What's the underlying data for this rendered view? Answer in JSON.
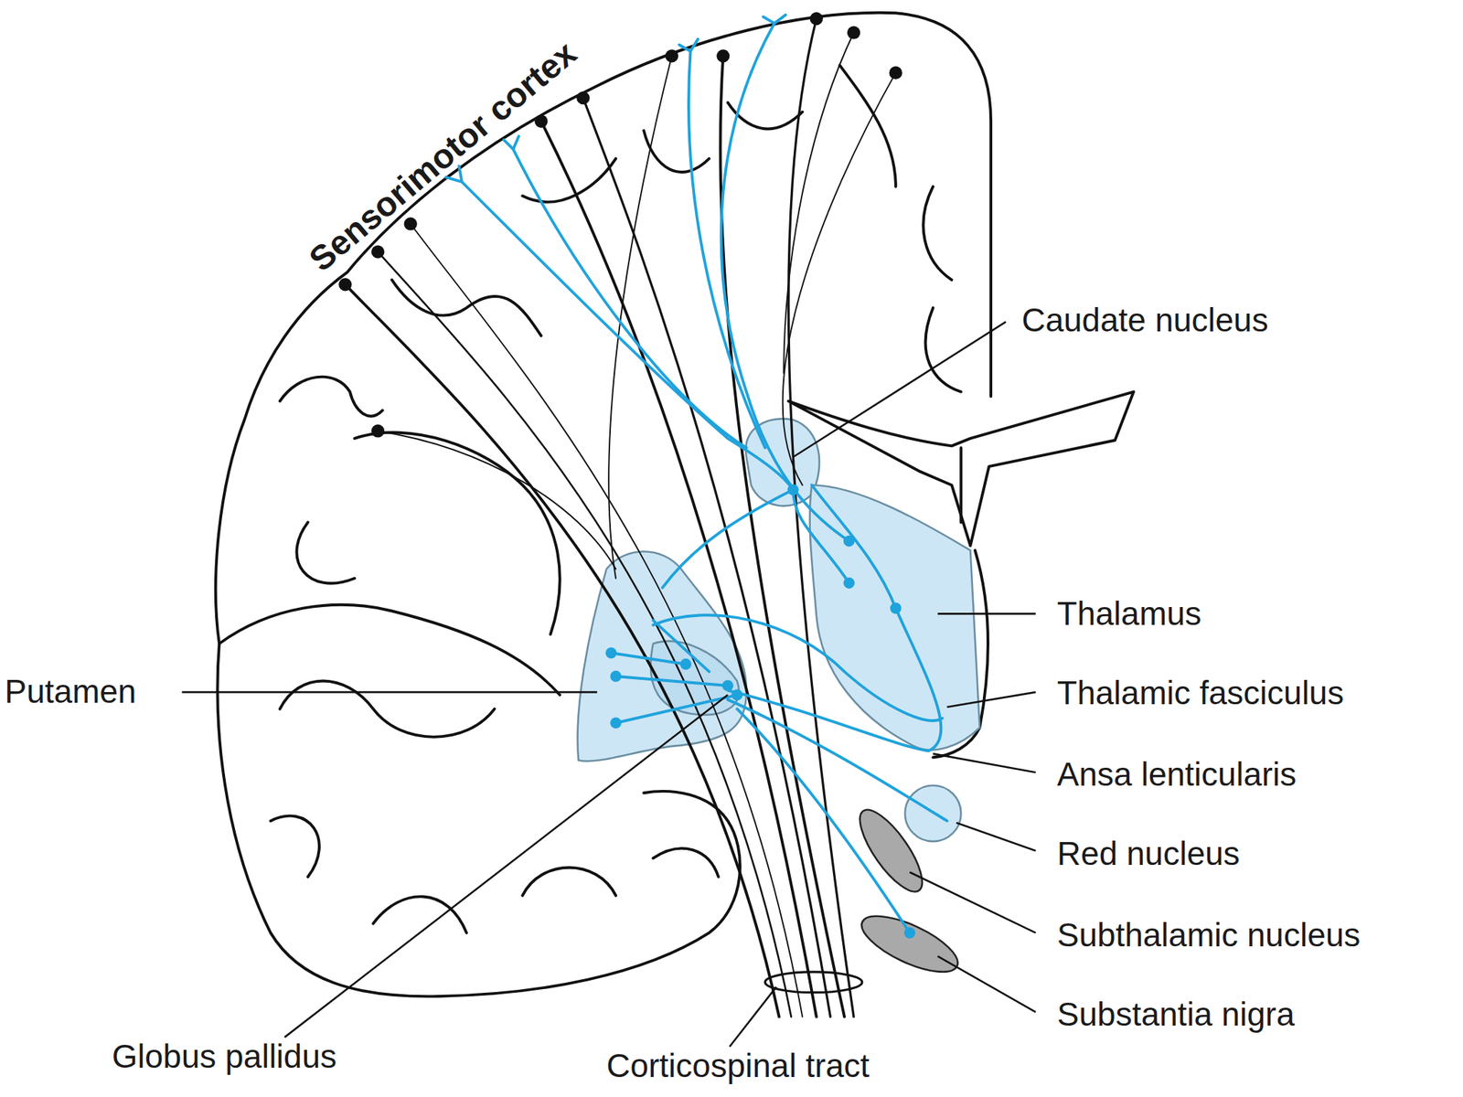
{
  "diagram": {
    "labels": [
      "Sensorimotor cortex",
      "Caudate nucleus",
      "Putamen",
      "Thalamus",
      "Thalamic fasciculus",
      "Ansa lenticularis",
      "Red nucleus",
      "Subthalamic nucleus",
      "Substantia nigra",
      "Globus pallidus",
      "Corticospinal tract"
    ]
  }
}
